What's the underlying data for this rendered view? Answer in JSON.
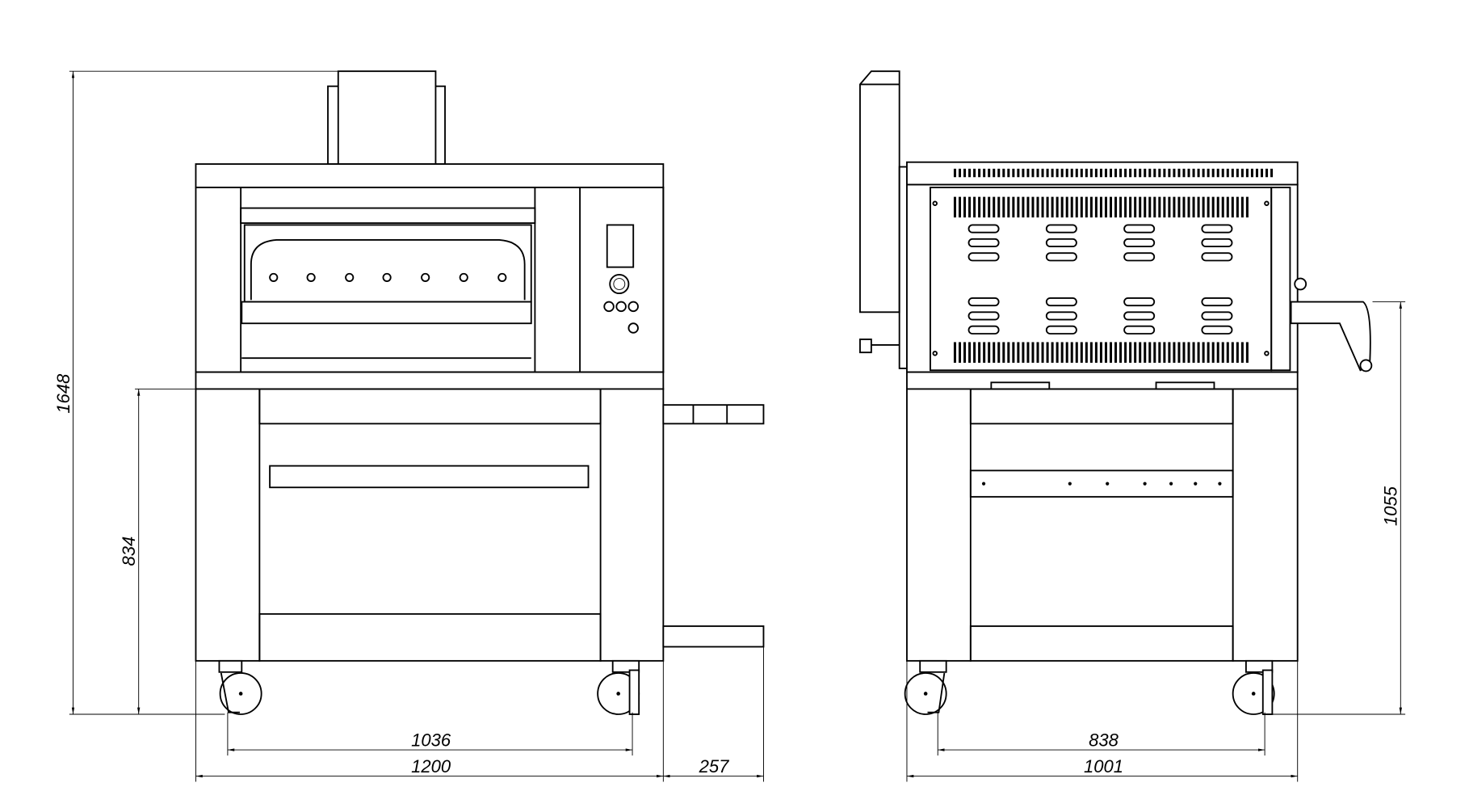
{
  "front_view": {
    "dimensions": {
      "total_height": "1648",
      "stand_height": "834",
      "wheel_spacing": "1036",
      "total_width": "1200",
      "tray_depth": "257"
    }
  },
  "side_view": {
    "dimensions": {
      "wheel_spacing": "838",
      "total_depth": "1001",
      "handle_height": "1055"
    }
  }
}
